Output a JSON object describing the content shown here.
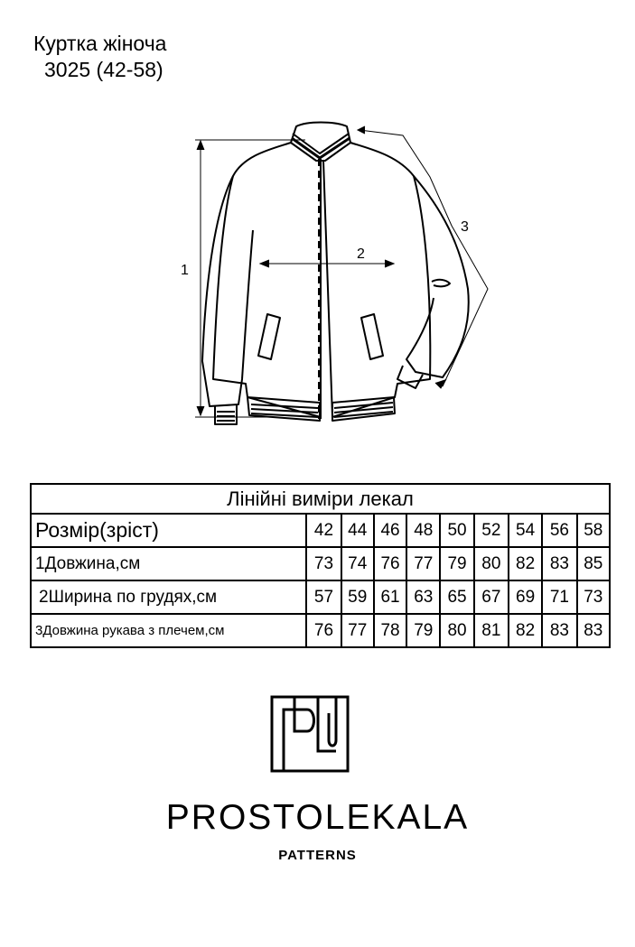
{
  "header": {
    "title": "Куртка жіноча",
    "code": "3025 (42-58)"
  },
  "sketch": {
    "measure_1": "1",
    "measure_2": "2",
    "measure_3": "3"
  },
  "table": {
    "title": "Лінійні виміри лекал",
    "size_label": "Розмір(зріст)",
    "sizes": [
      "42",
      "44",
      "46",
      "48",
      "50",
      "52",
      "54",
      "56",
      "58"
    ],
    "rows": [
      {
        "label": "1Довжина,см",
        "values": [
          "73",
          "74",
          "76",
          "77",
          "79",
          "80",
          "82",
          "83",
          "85"
        ]
      },
      {
        "label": "2Ширина по грудях,см",
        "values": [
          "57",
          "59",
          "61",
          "63",
          "65",
          "67",
          "69",
          "71",
          "73"
        ]
      },
      {
        "label": "3Довжина рукава з плечем,см",
        "values": [
          "76",
          "77",
          "78",
          "79",
          "80",
          "81",
          "82",
          "83",
          "83"
        ]
      }
    ]
  },
  "brand": {
    "name": "PROSTOLEKALA",
    "subtitle": "PATTERNS"
  }
}
